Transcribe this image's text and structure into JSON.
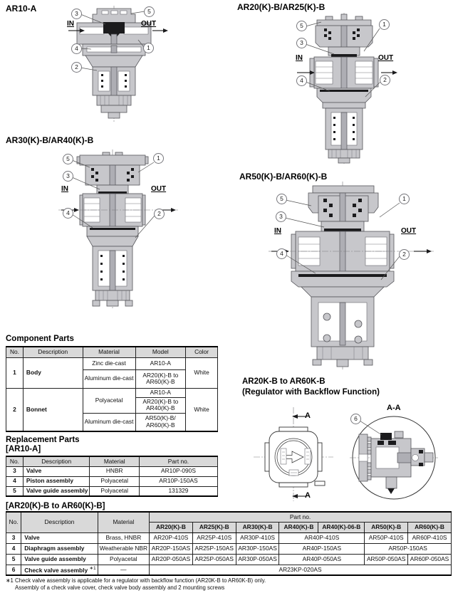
{
  "colors": {
    "table_header_bg": "#d9d9d9",
    "diagram_fill": "#c7c7cb",
    "page_bg": "#ffffff"
  },
  "diagrams": {
    "in_label": "IN",
    "out_label": "OUT",
    "callout_numbers": {
      "n1": "1",
      "n2": "2",
      "n3": "3",
      "n4": "4",
      "n5": "5",
      "n6": "6"
    },
    "ar10": {
      "title": "AR10-A"
    },
    "ar20": {
      "title": "AR20(K)-B/AR25(K)-B"
    },
    "ar30": {
      "title": "AR30(K)-B/AR40(K)-B"
    },
    "ar50": {
      "title": "AR50(K)-B/AR60(K)-B"
    },
    "backflow": {
      "title_line1": "AR20K-B to AR60K-B",
      "title_line2": "(Regulator with Backflow Function)",
      "section_view_label": "A-A",
      "section_arrow_label": "A"
    }
  },
  "component_parts": {
    "heading": "Component Parts",
    "headers": {
      "no": "No.",
      "description": "Description",
      "material": "Material",
      "model": "Model",
      "color": "Color"
    },
    "body_row": {
      "no": "1",
      "description": "Body",
      "material_1": "Zinc die-cast",
      "model_1": "AR10-A",
      "material_2": "Aluminum die-cast",
      "model_2": "AR20(K)-B to AR60(K)-B",
      "color": "White"
    },
    "bonnet_row": {
      "no": "2",
      "description": "Bonnet",
      "material_1": "Polyacetal",
      "model_1": "AR10-A",
      "model_2": "AR20(K)-B to AR40(K)-B",
      "material_2": "Aluminum die-cast",
      "model_3": "AR50(K)-B/ AR60(K)-B",
      "color": "White"
    }
  },
  "replacement_parts": {
    "heading": "Replacement Parts",
    "subheading": "[AR10-A]",
    "headers": {
      "no": "No.",
      "description": "Description",
      "material": "Material",
      "part_no": "Part no."
    },
    "rows": [
      {
        "no": "3",
        "description": "Valve",
        "material": "HNBR",
        "part_no": "AR10P-090S"
      },
      {
        "no": "4",
        "description": "Piston assembly",
        "material": "Polyacetal",
        "part_no": "AR10P-150AS"
      },
      {
        "no": "5",
        "description": "Valve guide assembly",
        "material": "Polyacetal",
        "part_no": "131329"
      }
    ]
  },
  "model_table": {
    "heading": "[AR20(K)-B to AR60(K)-B]",
    "headers": {
      "no": "No.",
      "description": "Description",
      "material": "Material",
      "part_no": "Part no."
    },
    "model_columns": [
      "AR20(K)-B",
      "AR25(K)-B",
      "AR30(K)-B",
      "AR40(K)-B",
      "AR40(K)-06-B",
      "AR50(K)-B",
      "AR60(K)-B"
    ],
    "rows": {
      "valve": {
        "no": "3",
        "description": "Valve",
        "material": "Brass, HNBR",
        "p20": "AR20P-410S",
        "p25": "AR25P-410S",
        "p30": "AR30P-410S",
        "p40": "AR40P-410S",
        "p50": "AR50P-410S",
        "p60": "AR60P-410S"
      },
      "diaphragm": {
        "no": "4",
        "description": "Diaphragm assembly",
        "material": "Weatherable NBR",
        "p20": "AR20P-150AS",
        "p25": "AR25P-150AS",
        "p30": "AR30P-150AS",
        "p40": "AR40P-150AS",
        "p50_60": "AR50P-150AS"
      },
      "valve_guide": {
        "no": "5",
        "description": "Valve guide assembly",
        "material": "Polyacetal",
        "p20": "AR20P-050AS",
        "p25": "AR25P-050AS",
        "p30": "AR30P-050AS",
        "p40": "AR40P-050AS",
        "p50": "AR50P-050AS",
        "p60": "AR60P-050AS"
      },
      "check_valve": {
        "no": "6",
        "description": "Check valve assembly",
        "note_marker": "∗1",
        "material": "—",
        "part_all": "AR23KP-020AS"
      }
    }
  },
  "footnote": {
    "line1": "∗1  Check valve assembly is applicable for a regulator with backflow function (AR20K-B to AR60K-B) only.",
    "line2": "Assembly of a check valve cover, check valve body assembly and 2 mounting screws"
  }
}
